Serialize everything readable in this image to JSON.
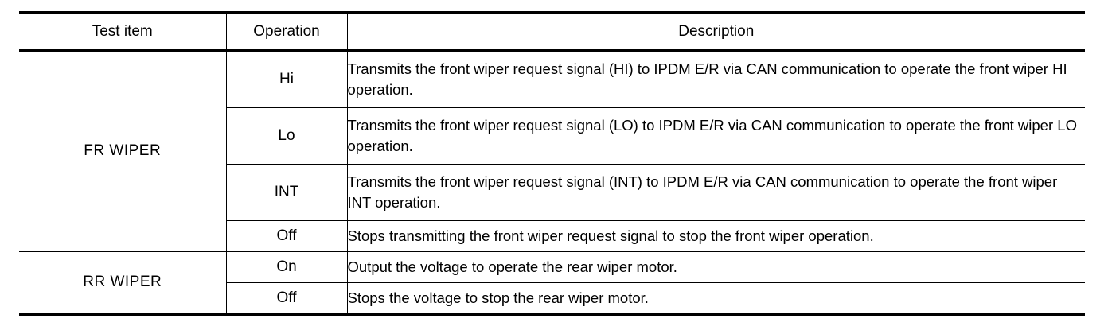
{
  "table": {
    "headers": {
      "test_item": "Test item",
      "operation": "Operation",
      "description": "Description"
    },
    "groups": [
      {
        "test_item": "FR WIPER",
        "rows": [
          {
            "operation": "Hi",
            "description": "Transmits the front wiper request signal (HI) to IPDM E/R via CAN communication to operate the front wiper HI operation."
          },
          {
            "operation": "Lo",
            "description": "Transmits the front wiper request signal (LO) to IPDM E/R via CAN communication to operate the front wiper LO operation."
          },
          {
            "operation": "INT",
            "description": "Transmits the front wiper request signal (INT) to IPDM E/R via CAN communication to operate the front wiper INT operation."
          },
          {
            "operation": "Off",
            "description": "Stops transmitting the front wiper request signal to stop the front wiper operation."
          }
        ]
      },
      {
        "test_item": "RR WIPER",
        "rows": [
          {
            "operation": "On",
            "description": "Output the voltage to operate the rear wiper motor."
          },
          {
            "operation": "Off",
            "description": "Stops the voltage to stop the rear wiper motor."
          }
        ]
      }
    ]
  },
  "colors": {
    "text": "#000000",
    "rule": "#000000",
    "background": "#ffffff"
  }
}
